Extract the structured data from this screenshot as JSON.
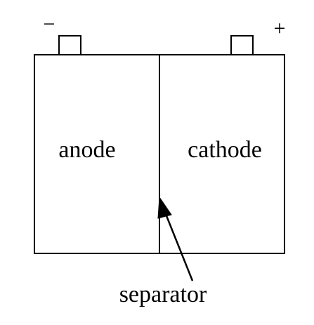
{
  "labels": {
    "anode": "anode",
    "cathode": "cathode",
    "separator": "separator",
    "negative": "−",
    "positive": "+"
  },
  "colors": {
    "stroke": "#000000",
    "background": "#ffffff"
  }
}
